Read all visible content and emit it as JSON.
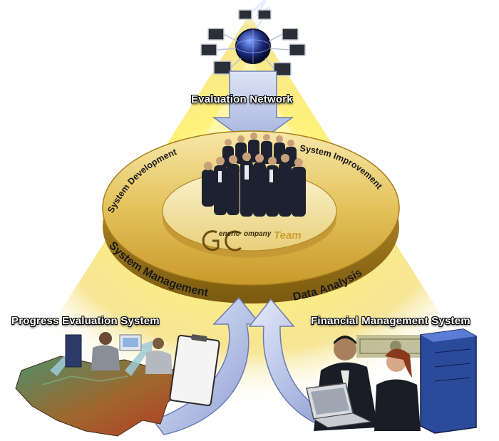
{
  "labels": {
    "top": "Evaluation Network",
    "left": "Progress Evaluation System",
    "right": "Financial Management System"
  },
  "ring": {
    "upper_left": "System Development",
    "upper_right": "System Improvement",
    "lower_left": "System Management",
    "lower_right": "Data Analysis"
  },
  "logo": {
    "word1": "eneric",
    "word2": "ompany",
    "word3": "Team"
  },
  "colors": {
    "ring_gold": "#d9b23a",
    "ring_dark": "#8a6a14",
    "arrow_blue": "#b8c4ec",
    "glow": "#fff27a"
  }
}
